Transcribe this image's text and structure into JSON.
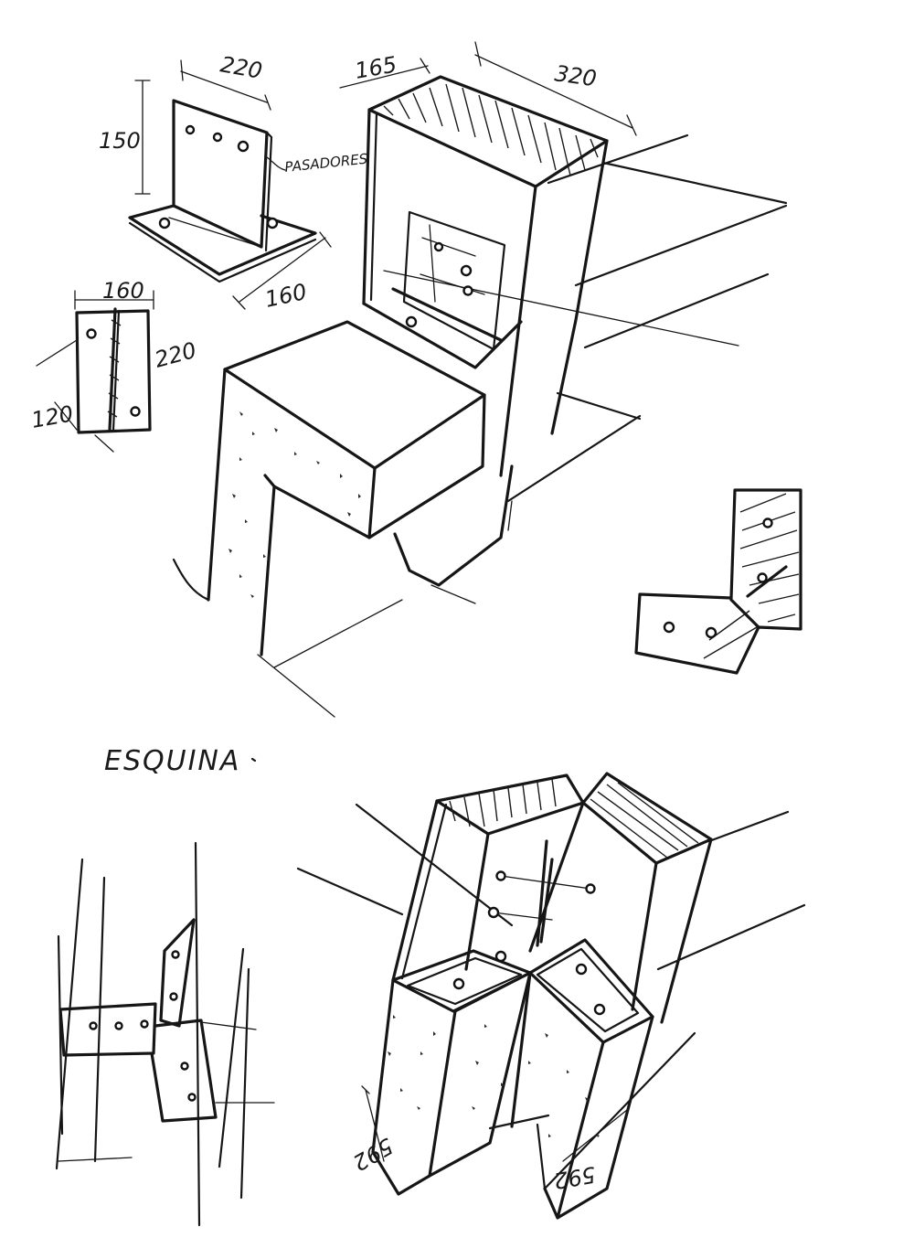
{
  "labels": {
    "plate_width": "220",
    "plate_height": "150",
    "dowels": "PASADORES",
    "base_depth": "160",
    "plan_width": "160",
    "plan_height": "220",
    "plan_depth": "120",
    "slot_width": "165",
    "beam_width": "320",
    "section_title": "ESQUINA",
    "left_section": "592",
    "right_section": "592"
  }
}
